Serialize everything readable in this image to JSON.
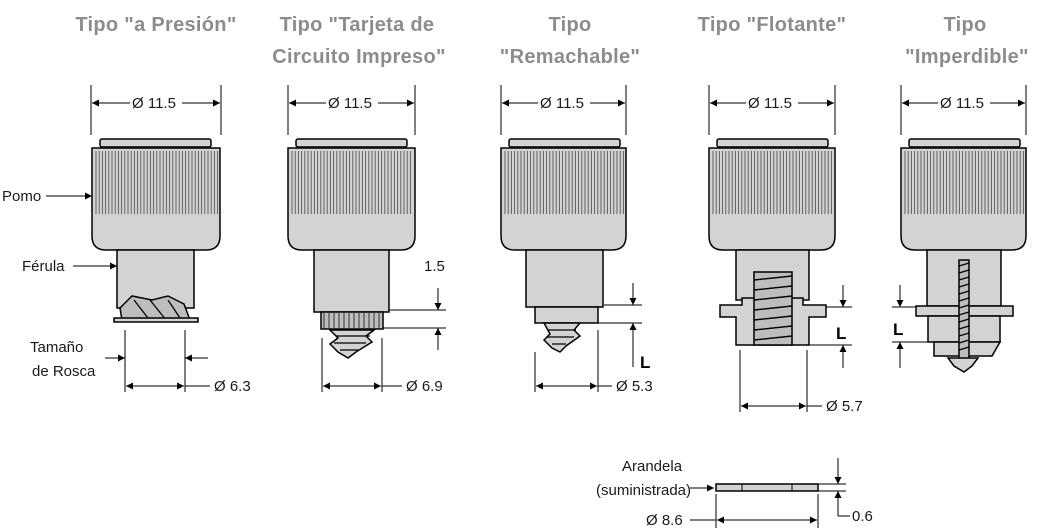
{
  "titles": {
    "press": "Tipo \"a Presión\"",
    "pcb_line1": "Tipo \"Tarjeta de",
    "pcb_line2": "Circuito Impreso\"",
    "rivet_line1": "Tipo",
    "rivet_line2": "\"Remachable\"",
    "floating": "Tipo \"Flotante\"",
    "captive_line1": "Tipo",
    "captive_line2": "\"Imperdible\""
  },
  "dimensions": {
    "knob_diameter": "Ø 11.5",
    "press_diameter": "Ø 6.3",
    "pcb_diameter": "Ø 6.9",
    "pcb_height": "1.5",
    "rivet_diameter": "Ø 5.3",
    "floating_diameter": "Ø 5.7",
    "washer_diameter": "Ø 8.6",
    "washer_thickness": "0.6",
    "length_symbol": "L"
  },
  "labels": {
    "knob": "Pomo",
    "ferrule": "Férula",
    "thread_line1": "Tamaño",
    "thread_line2": "de Rosca",
    "washer_line1": "Arandela",
    "washer_line2": "(suministrada)"
  }
}
